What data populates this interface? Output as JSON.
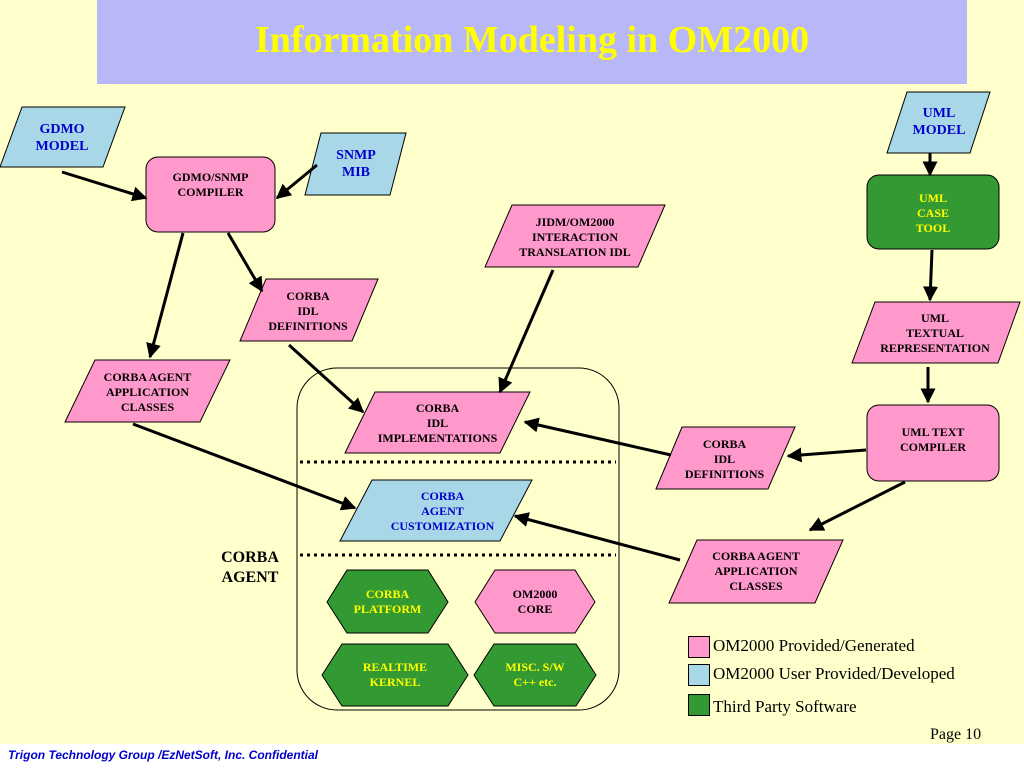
{
  "title": "Information Modeling in OM2000",
  "nodes": {
    "gdmo_model": "GDMO\nMODEL",
    "gdmo_snmp_compiler": "GDMO/SNMP\nCOMPILER",
    "snmp_mib": "SNMP\nMIB",
    "jidm": "JIDM/OM2000\nINTERACTION\nTRANSLATION IDL",
    "corba_idl_definitions_left": "CORBA\nIDL\nDEFINITIONS",
    "corba_agent_app_classes_left": "CORBA AGENT\nAPPLICATION\nCLASSES",
    "corba_idl_implementations": "CORBA\nIDL\nIMPLEMENTATIONS",
    "corba_agent_customization": "CORBA\nAGENT\nCUSTOMIZATION",
    "corba_platform": "CORBA\nPLATFORM",
    "om2000_core": "OM2000\nCORE",
    "realtime_kernel": "REALTIME\nKERNEL",
    "misc_sw": "MISC. S/W\nC++ etc.",
    "uml_model": "UML\nMODEL",
    "uml_case_tool": "UML\nCASE\nTOOL",
    "uml_textual_representation": "UML\nTEXTUAL\nREPRESENTATION",
    "uml_text_compiler": "UML TEXT\nCOMPILER",
    "corba_idl_definitions_right": "CORBA\nIDL\nDEFINITIONS",
    "corba_agent_app_classes_right": "CORBA AGENT\nAPPLICATION\nCLASSES"
  },
  "corba_agent_label": "CORBA\nAGENT",
  "legend": [
    {
      "label": "OM2000 Provided/Generated",
      "color": "#ff99cc"
    },
    {
      "label": "OM2000 User Provided/Developed",
      "color": "#a8d8e8"
    },
    {
      "label": "Third Party Software",
      "color": "#339933"
    }
  ],
  "colors": {
    "pink": "#ff99cc",
    "light_blue": "#a8d8e8",
    "green": "#339933",
    "background": "#ffffcc",
    "title_bar": "#b8b8f8",
    "title_text": "#ffff00",
    "footer_text": "#0000cc"
  },
  "page_label": "Page 10",
  "footer": "Trigon Technology Group /EzNetSoft, Inc. Confidential"
}
